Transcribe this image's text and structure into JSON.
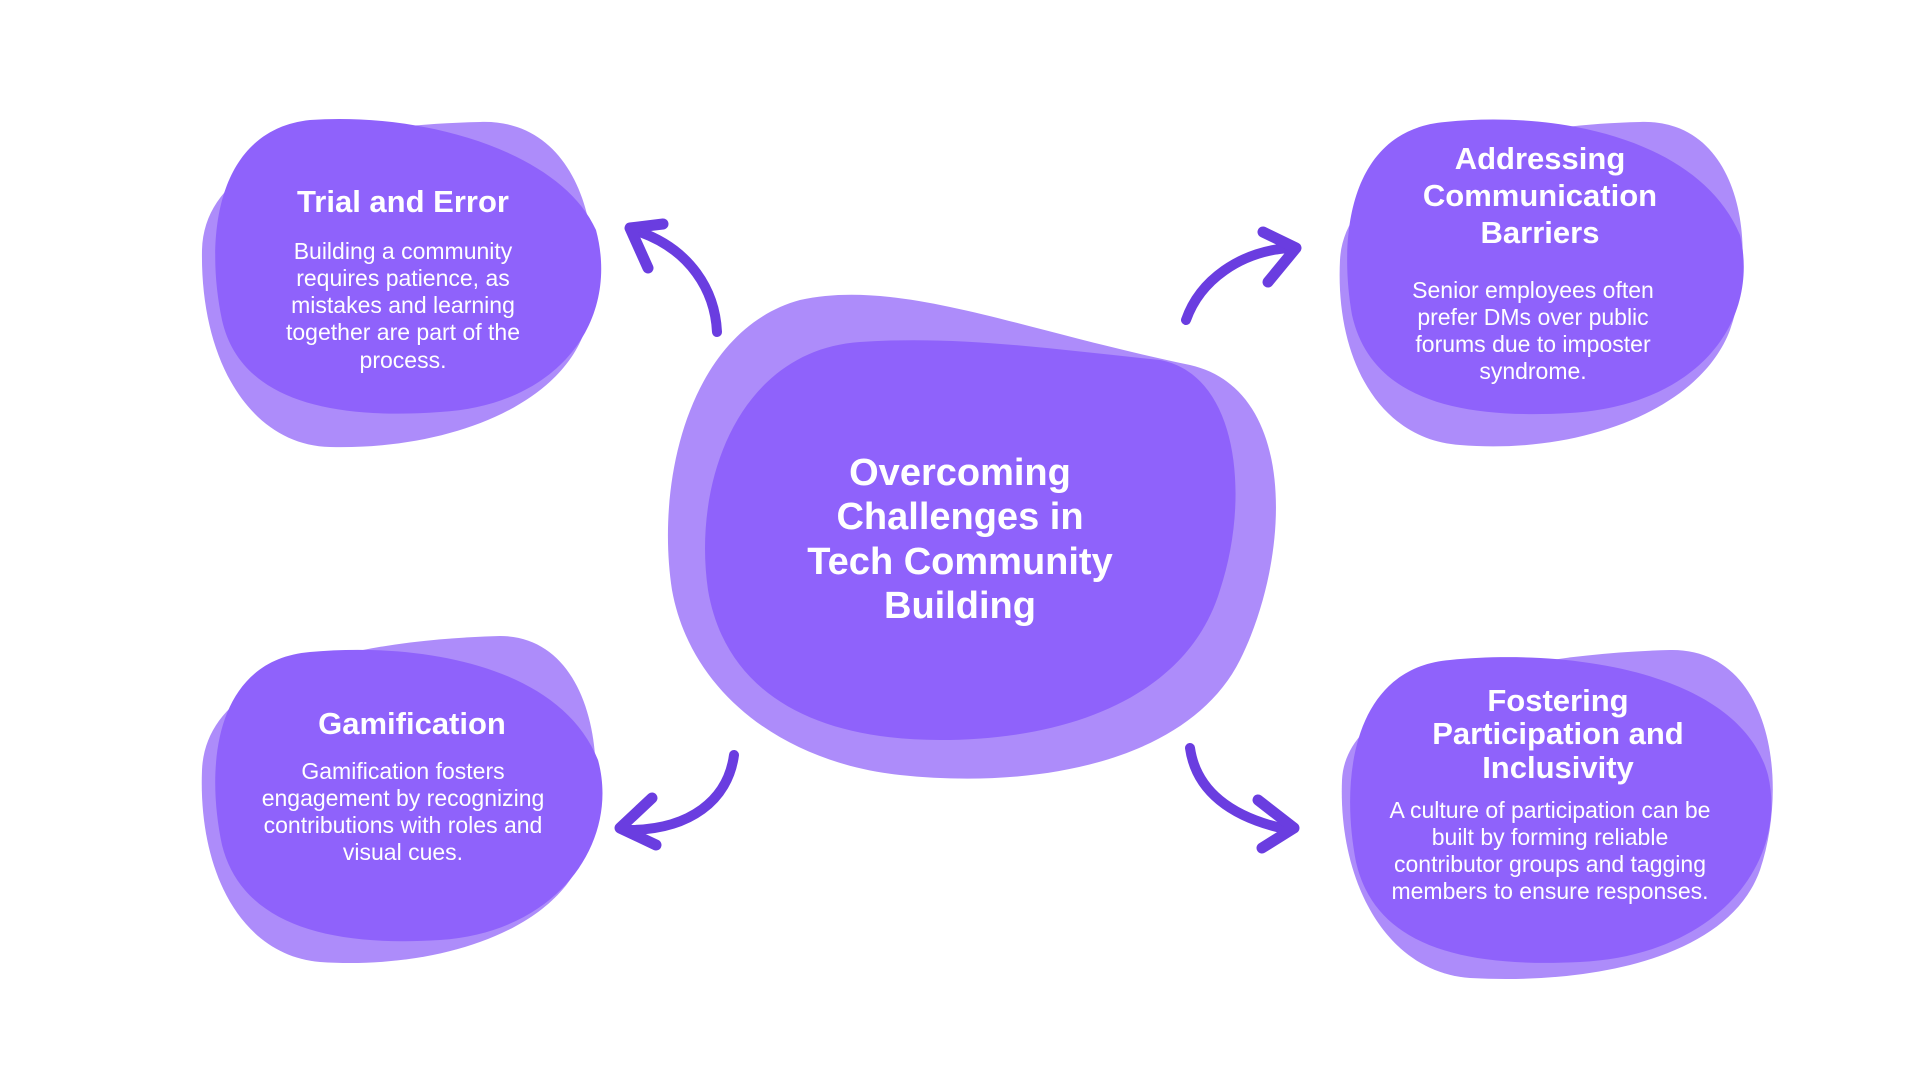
{
  "diagram": {
    "center": {
      "title": "Overcoming Challenges in Tech Community Building"
    },
    "nodes": [
      {
        "id": "trial-and-error",
        "title": "Trial and Error",
        "description": "Building a community requires patience, as mistakes and learning together are part of the process."
      },
      {
        "id": "addressing-communication-barriers",
        "title": "Addressing Communication Barriers",
        "description": "Senior employees often prefer DMs over public forums due to imposter syndrome."
      },
      {
        "id": "gamification",
        "title": "Gamification",
        "description": "Gamification fosters engagement by recognizing contributions with roles and visual cues."
      },
      {
        "id": "fostering-participation",
        "title": "Fostering Participation and Inclusivity",
        "description": "A culture of participation can be built by forming reliable contributor groups and tagging members to ensure responses."
      }
    ]
  },
  "colors": {
    "background": "#ffffff",
    "blob_back": "#ad8cfa",
    "blob_front": "#8f62fb",
    "arrow": "#6a3de0",
    "text": "#ffffff"
  }
}
